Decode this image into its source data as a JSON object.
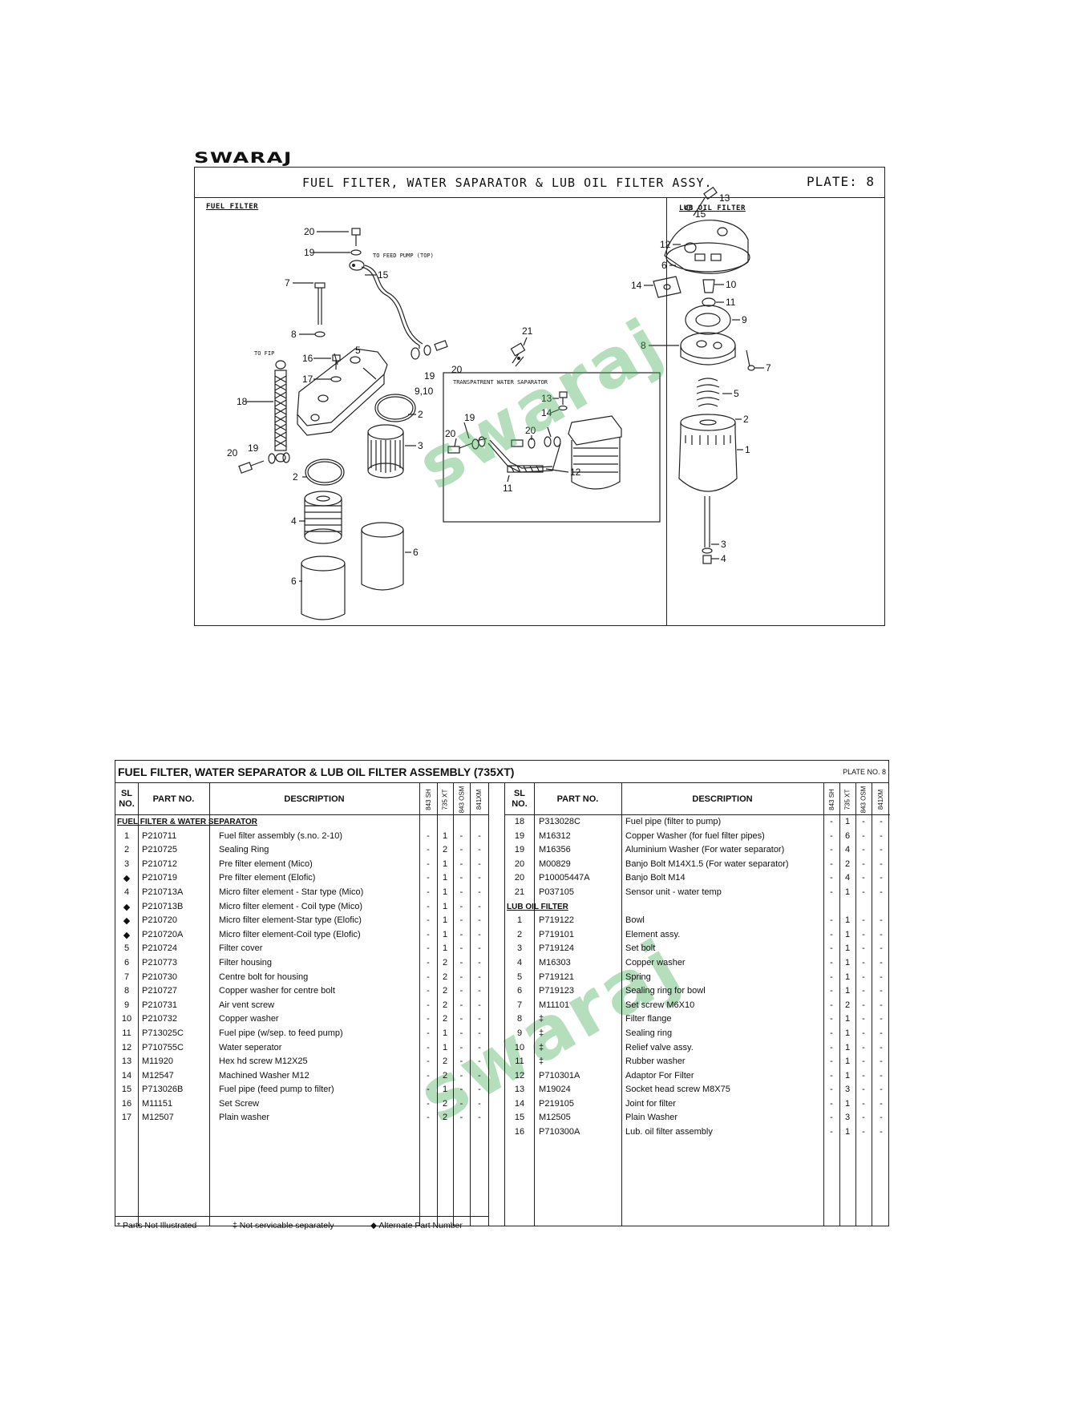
{
  "brand": "SWARAJ",
  "plate": {
    "title": "FUEL FILTER, WATER SAPARATOR & LUB OIL FILTER ASSY.",
    "plate_no": "PLATE: 8",
    "section_fuel": "FUEL FILTER",
    "section_lub": "LUB OIL FILTER",
    "inset_label": "TRANSPATRENT WATER SAPARATOR",
    "note_feed_pump": "TO FEED PUMP (TOP)",
    "note_fip": "TO FIP"
  },
  "callouts": {
    "fuel": [
      "20",
      "19",
      "15",
      "7",
      "8",
      "16",
      "17",
      "18",
      "5",
      "19",
      "20",
      "9,10",
      "2",
      "3",
      "20",
      "19",
      "2",
      "4",
      "6",
      "6"
    ],
    "inset": [
      "21",
      "13",
      "14",
      "19",
      "20",
      "20",
      "19",
      "12",
      "11"
    ],
    "lub": [
      "13",
      "15",
      "12",
      "6",
      "14",
      "10",
      "11",
      "9",
      "8",
      "7",
      "5",
      "2",
      "1",
      "3",
      "4"
    ]
  },
  "table": {
    "title": "FUEL FILTER, WATER SEPARATOR & LUB OIL FILTER ASSEMBLY (735XT)",
    "plate_no": "PLATE NO. 8",
    "headers": {
      "sl": "SL NO.",
      "part_no": "PART NO.",
      "description": "DESCRIPTION",
      "models": [
        "843 SH",
        "735 XT",
        "843 OSM",
        "841XM"
      ]
    },
    "left_section": "FUEL FILTER & WATER SEPARATOR",
    "left_rows": [
      {
        "sl": "1",
        "part": "P210711",
        "desc": "Fuel filter assembly (s.no. 2-10)",
        "q": [
          "-",
          "1",
          "-",
          "-"
        ]
      },
      {
        "sl": "2",
        "part": "P210725",
        "desc": "Sealing Ring",
        "q": [
          "-",
          "2",
          "-",
          "-"
        ]
      },
      {
        "sl": "3",
        "part": "P210712",
        "desc": "Pre filter element (Mico)",
        "q": [
          "-",
          "1",
          "-",
          "-"
        ]
      },
      {
        "sl": "◆",
        "part": "P210719",
        "desc": "Pre filter element (Elofic)",
        "q": [
          "-",
          "1",
          "-",
          "-"
        ]
      },
      {
        "sl": "4",
        "part": "P210713A",
        "desc": "Micro filter element - Star type (Mico)",
        "q": [
          "-",
          "1",
          "-",
          "-"
        ]
      },
      {
        "sl": "◆",
        "part": "P210713B",
        "desc": "Micro filter element - Coil type (Mico)",
        "q": [
          "-",
          "1",
          "-",
          "-"
        ]
      },
      {
        "sl": "◆",
        "part": "P210720",
        "desc": "Micro filter element-Star type (Elofic)",
        "q": [
          "-",
          "1",
          "-",
          "-"
        ]
      },
      {
        "sl": "◆",
        "part": "P210720A",
        "desc": "Micro filter element-Coil type (Elofic)",
        "q": [
          "-",
          "1",
          "-",
          "-"
        ]
      },
      {
        "sl": "5",
        "part": "P210724",
        "desc": "Filter cover",
        "q": [
          "-",
          "1",
          "-",
          "-"
        ]
      },
      {
        "sl": "6",
        "part": "P210773",
        "desc": "Filter housing",
        "q": [
          "-",
          "2",
          "-",
          "-"
        ]
      },
      {
        "sl": "7",
        "part": "P210730",
        "desc": "Centre bolt for housing",
        "q": [
          "-",
          "2",
          "-",
          "-"
        ]
      },
      {
        "sl": "8",
        "part": "P210727",
        "desc": "Copper washer for centre bolt",
        "q": [
          "-",
          "2",
          "-",
          "-"
        ]
      },
      {
        "sl": "9",
        "part": "P210731",
        "desc": "Air vent screw",
        "q": [
          "-",
          "2",
          "-",
          "-"
        ]
      },
      {
        "sl": "10",
        "part": "P210732",
        "desc": "Copper washer",
        "q": [
          "-",
          "2",
          "-",
          "-"
        ]
      },
      {
        "sl": "11",
        "part": "P713025C",
        "desc": "Fuel pipe (w/sep. to feed pump)",
        "q": [
          "-",
          "1",
          "-",
          "-"
        ]
      },
      {
        "sl": "12",
        "part": "P710755C",
        "desc": "Water seperator",
        "q": [
          "-",
          "1",
          "-",
          "-"
        ]
      },
      {
        "sl": "13",
        "part": "M11920",
        "desc": "Hex hd screw M12X25",
        "q": [
          "-",
          "2",
          "-",
          "-"
        ]
      },
      {
        "sl": "14",
        "part": "M12547",
        "desc": "Machined Washer  M12",
        "q": [
          "-",
          "2",
          "-",
          "-"
        ]
      },
      {
        "sl": "15",
        "part": "P713026B",
        "desc": "Fuel pipe (feed pump to filter)",
        "q": [
          "-",
          "1",
          "-",
          "-"
        ]
      },
      {
        "sl": "16",
        "part": "M11151",
        "desc": "Set Screw",
        "q": [
          "-",
          "2",
          "-",
          "-"
        ]
      },
      {
        "sl": "17",
        "part": "M12507",
        "desc": "Plain washer",
        "q": [
          "-",
          "2",
          "-",
          "-"
        ]
      }
    ],
    "right_rows_a": [
      {
        "sl": "18",
        "part": "P313028C",
        "desc": "Fuel pipe (filter to pump)",
        "q": [
          "-",
          "1",
          "-",
          "-"
        ]
      },
      {
        "sl": "19",
        "part": "M16312",
        "desc": "Copper Washer (for fuel filter pipes)",
        "q": [
          "-",
          "6",
          "-",
          "-"
        ]
      },
      {
        "sl": "19",
        "part": "M16356",
        "desc": "Aluminium Washer (For water separator)",
        "q": [
          "-",
          "4",
          "-",
          "-"
        ]
      },
      {
        "sl": "20",
        "part": "M00829",
        "desc": "Banjo Bolt M14X1.5  (For water separator)",
        "q": [
          "-",
          "2",
          "-",
          "-"
        ]
      },
      {
        "sl": "20",
        "part": "P10005447A",
        "desc": "Banjo Bolt M14",
        "q": [
          "-",
          "4",
          "-",
          "-"
        ]
      },
      {
        "sl": "21",
        "part": "P037105",
        "desc": "Sensor unit - water temp",
        "q": [
          "-",
          "1",
          "-",
          "-"
        ]
      }
    ],
    "right_section": "LUB OIL FILTER",
    "right_rows_b": [
      {
        "sl": "1",
        "part": "P719122",
        "desc": "Bowl",
        "q": [
          "-",
          "1",
          "-",
          "-"
        ]
      },
      {
        "sl": "2",
        "part": "P719101",
        "desc": "Element assy.",
        "q": [
          "-",
          "1",
          "-",
          "-"
        ]
      },
      {
        "sl": "3",
        "part": "P719124",
        "desc": "Set bolt",
        "q": [
          "-",
          "1",
          "-",
          "-"
        ]
      },
      {
        "sl": "4",
        "part": "M16303",
        "desc": "Copper washer",
        "q": [
          "-",
          "1",
          "-",
          "-"
        ]
      },
      {
        "sl": "5",
        "part": "P719121",
        "desc": "Spring",
        "q": [
          "-",
          "1",
          "-",
          "-"
        ]
      },
      {
        "sl": "6",
        "part": "P719123",
        "desc": "Sealing ring for bowl",
        "q": [
          "-",
          "1",
          "-",
          "-"
        ]
      },
      {
        "sl": "7",
        "part": "M11101",
        "desc": "Set screw M6X10",
        "q": [
          "-",
          "2",
          "-",
          "-"
        ]
      },
      {
        "sl": "8",
        "part": "‡",
        "desc": "Filter flange",
        "q": [
          "-",
          "1",
          "-",
          "-"
        ]
      },
      {
        "sl": "9",
        "part": "‡",
        "desc": "Sealing ring",
        "q": [
          "-",
          "1",
          "-",
          "-"
        ]
      },
      {
        "sl": "10",
        "part": "‡",
        "desc": "Relief valve assy.",
        "q": [
          "-",
          "1",
          "-",
          "-"
        ]
      },
      {
        "sl": "11",
        "part": "‡",
        "desc": "Rubber washer",
        "q": [
          "-",
          "1",
          "-",
          "-"
        ]
      },
      {
        "sl": "12",
        "part": "P710301A",
        "desc": "Adaptor For Filter",
        "q": [
          "-",
          "1",
          "-",
          "-"
        ]
      },
      {
        "sl": "13",
        "part": "M19024",
        "desc": "Socket head screw M8X75",
        "q": [
          "-",
          "3",
          "-",
          "-"
        ]
      },
      {
        "sl": "14",
        "part": "P219105",
        "desc": "Joint for filter",
        "q": [
          "-",
          "1",
          "-",
          "-"
        ]
      },
      {
        "sl": "15",
        "part": "M12505",
        "desc": "Plain Washer",
        "q": [
          "-",
          "3",
          "-",
          "-"
        ]
      },
      {
        "sl": "16",
        "part": "P710300A",
        "desc": "Lub. oil filter assembly",
        "q": [
          "-",
          "1",
          "-",
          "-"
        ]
      }
    ],
    "footnotes": {
      "not_illustrated": "* Parts Not Illustrated",
      "not_serviceable": "‡ Not servicable separately",
      "alternate": "◆ Alternate Part Number"
    }
  },
  "watermark_text": "swaraj"
}
